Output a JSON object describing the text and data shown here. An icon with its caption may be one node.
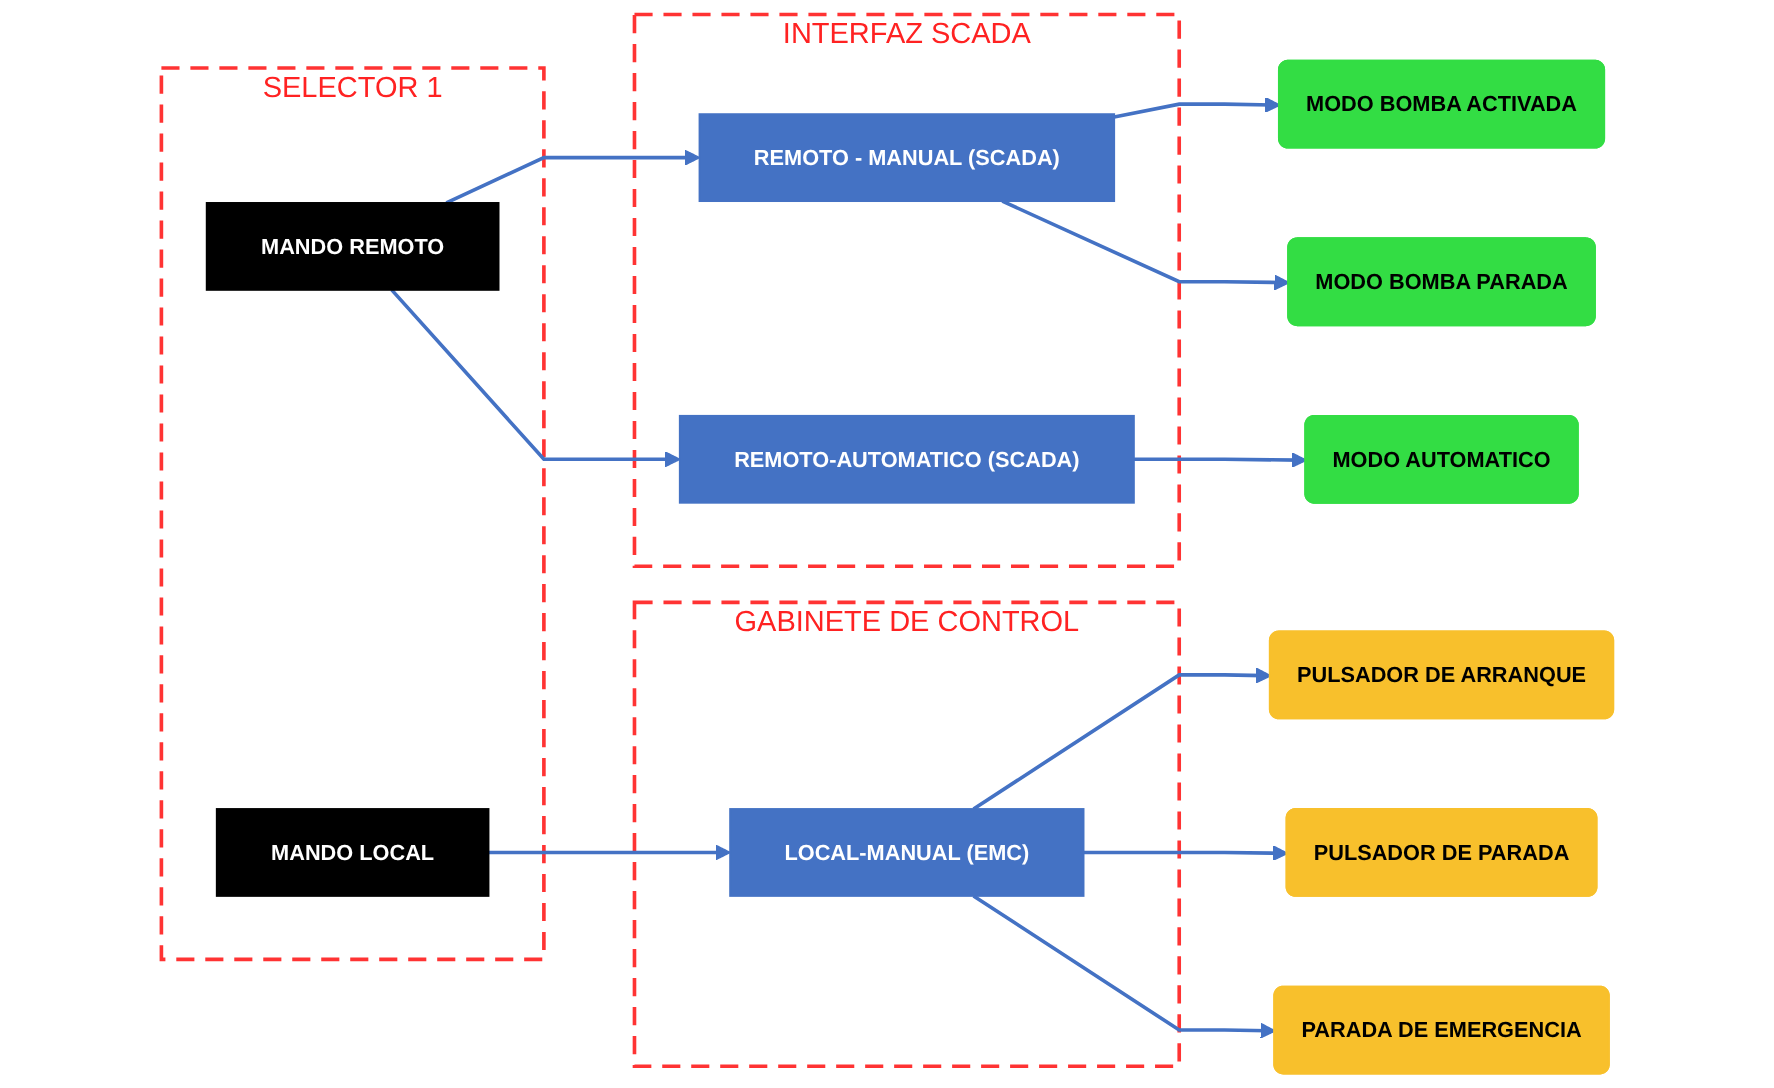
{
  "diagram": {
    "nodes": [
      {
        "text": [
          "SELECTOR 1"
        ]
      },
      {
        "text": [
          "MANDO REMOTO"
        ],
        "in": 0
      },
      {
        "text": [
          "MANDO LOCAL"
        ],
        "in": 0
      },
      {
        "text": [
          "INTERFAZ SCADA"
        ]
      },
      {
        "text": [
          "REMOTO - MANUAL (SCADA)"
        ],
        "in": 3
      },
      {
        "text": [
          "REMOTO-AUTOMATICO (SCADA)"
        ],
        "in": 3
      },
      {
        "text": [
          "GABINETE DE CONTROL"
        ]
      },
      {
        "text": [
          "LOCAL-MANUAL (EMC)"
        ],
        "in": 6
      },
      {
        "text": [
          "MODO BOMBA ACTIVADA"
        ]
      },
      {
        "text": [
          "MODO BOMBA PARADA"
        ]
      },
      {
        "text": [
          "MODO AUTOMATICO"
        ]
      },
      {
        "text": [
          "PULSADOR DE ARRANQUE"
        ]
      },
      {
        "text": [
          "PULSADOR DE PARADA"
        ]
      },
      {
        "text": [
          "PARADA DE EMERGENCIA"
        ]
      }
    ],
    "edges": [
      {
        "from": 1,
        "to": 4,
        "arrow": "to"
      },
      {
        "from": 1,
        "to": 5,
        "arrow": "to"
      },
      {
        "from": 4,
        "to": 8,
        "arrow": "to"
      },
      {
        "from": 4,
        "to": 9,
        "arrow": "to"
      },
      {
        "from": 5,
        "to": 10,
        "arrow": "to"
      },
      {
        "from": 2,
        "to": 7,
        "arrow": "to"
      },
      {
        "from": 7,
        "to": 11,
        "arrow": "to"
      },
      {
        "from": 7,
        "to": 12,
        "arrow": "to"
      },
      {
        "from": 7,
        "to": 13,
        "arrow": "to"
      }
    ]
  }
}
